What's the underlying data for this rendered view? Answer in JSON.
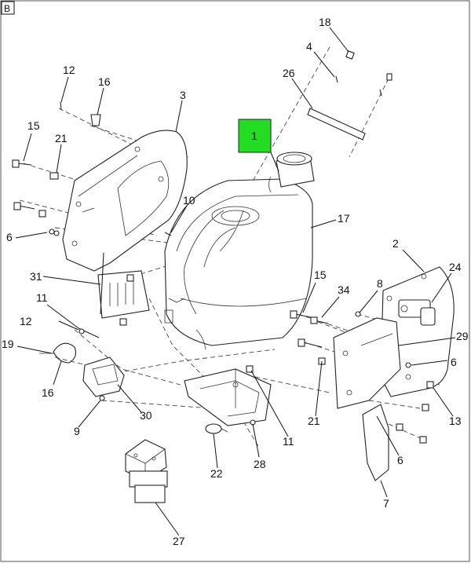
{
  "frame_letter": "B",
  "highlight": {
    "callout": "1",
    "color": "#22dd22"
  },
  "callouts": [
    "18",
    "4",
    "26",
    "12",
    "16",
    "3",
    "15",
    "21",
    "10",
    "17",
    "6",
    "2",
    "24",
    "31",
    "15",
    "34",
    "8",
    "11",
    "12",
    "19",
    "29",
    "6",
    "16",
    "30",
    "9",
    "21",
    "11",
    "28",
    "22",
    "13",
    "6",
    "7",
    "27"
  ],
  "colors": {
    "line": "#222222",
    "background": "#ffffff",
    "highlight": "#22dd22"
  }
}
